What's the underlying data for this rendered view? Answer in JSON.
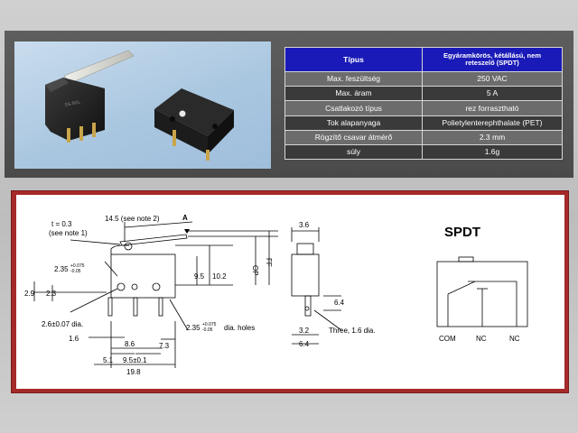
{
  "spec_table": {
    "header": {
      "label": "Típus",
      "value": "Egyáramkörös, kétállású, nem\nreteszelő (SPDT)"
    },
    "rows": [
      {
        "label": "Max. feszültség",
        "value": "250 VAC"
      },
      {
        "label": "Max. áram",
        "value": "5 A"
      },
      {
        "label": "Csatlakozó típus",
        "value": "rez forrasztható"
      },
      {
        "label": "Tok alapanyaga",
        "value": "Polietylenterephthalate (PET)"
      },
      {
        "label": "Rögzítő csavar átmérő",
        "value": "2.3 mm"
      },
      {
        "label": "súly",
        "value": "1.6g"
      }
    ]
  },
  "drawing": {
    "notes": {
      "t": "t = 0.3",
      "note1": "(see note 1)",
      "lever": "14.5 (see note 2)",
      "a_marker": "A",
      "hole_dia": "2.35",
      "hole_tol_top": "+0.075",
      "hole_tol_bot": "-0.05",
      "dim_29": "2.9",
      "dim_23": "2.3",
      "dim_95": "9.5",
      "dim_102": "10.2",
      "op": "OP",
      "ff": "FF",
      "pin_dia": "2.6±0.07 dia.",
      "holes_dia": "2.35",
      "holes_tol_top": "+0.075",
      "holes_tol_bot": "-0.05",
      "holes_label": "dia. holes",
      "dim_16": "1.6",
      "dim_86": "8.6",
      "dim_73": "7.3",
      "dim_51": "5.1",
      "dim_95b": "9.5±0.1",
      "dim_198": "19.8",
      "dim_36": "3.6",
      "dim_64a": "6.4",
      "dim_32": "3.2",
      "dim_64b": "6.4",
      "three_holes": "Three, 1.6 dia."
    },
    "schematic": {
      "title": "SPDT",
      "terminals": [
        "COM",
        "NC",
        "NC"
      ]
    }
  }
}
